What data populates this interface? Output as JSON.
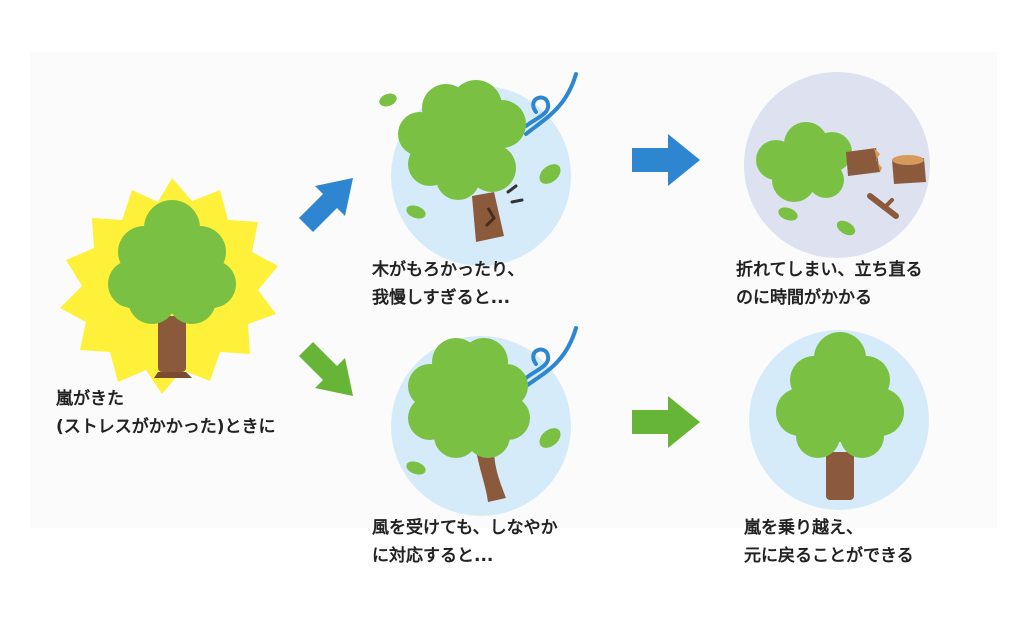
{
  "captions": {
    "start_line1": "嵐がきた",
    "start_line2": "(ストレスがかかった)ときに",
    "rigid_line1": "木がもろかったり、",
    "rigid_line2": "我慢しすぎると...",
    "broken_line1": "折れてしまい、立ち直る",
    "broken_line2": "のに時間がかかる",
    "flexible_line1": "風を受けても、しなやか",
    "flexible_line2": "に対応すると...",
    "recovered_line1": "嵐を乗り越え、",
    "recovered_line2": "元に戻ることができる"
  },
  "colors": {
    "leaf": "#7ac143",
    "leaf_light": "#8fd14f",
    "trunk": "#8b5a3c",
    "burst": "#fff03a",
    "burst_halo": "#fff8a8",
    "sky_circle": "#d6ebf9",
    "grey_circle": "#dde1f0",
    "arrow_blue": "#2f86d0",
    "arrow_green": "#67b536",
    "wind": "#2f86d0"
  }
}
